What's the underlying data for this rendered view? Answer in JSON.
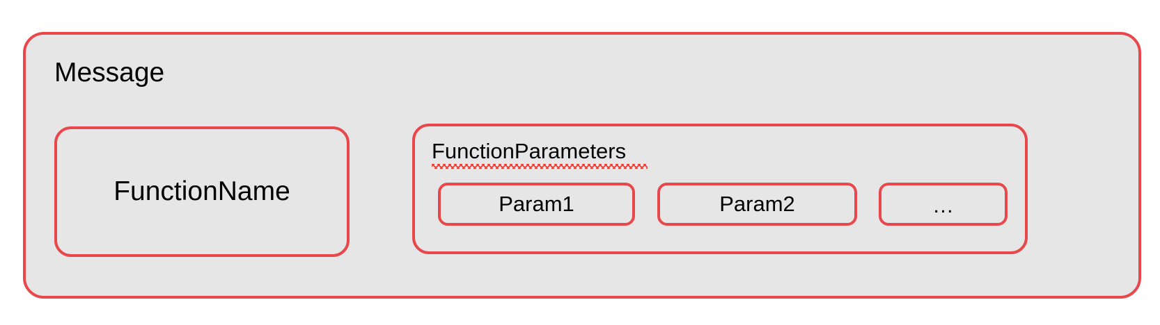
{
  "diagram": {
    "title": "Message structure diagram",
    "colors": {
      "border": "#e8474b",
      "fill": "#e6e6e6",
      "text": "#000000",
      "spellcheck_underline": "#ee3b34",
      "background": "#ffffff"
    },
    "message": {
      "label": "Message",
      "function_name": {
        "label": "FunctionName"
      },
      "function_parameters": {
        "label": "FunctionParameters",
        "has_spellcheck_underline": true,
        "params": [
          {
            "label": "Param1"
          },
          {
            "label": "Param2"
          },
          {
            "label": "…"
          }
        ]
      }
    }
  }
}
